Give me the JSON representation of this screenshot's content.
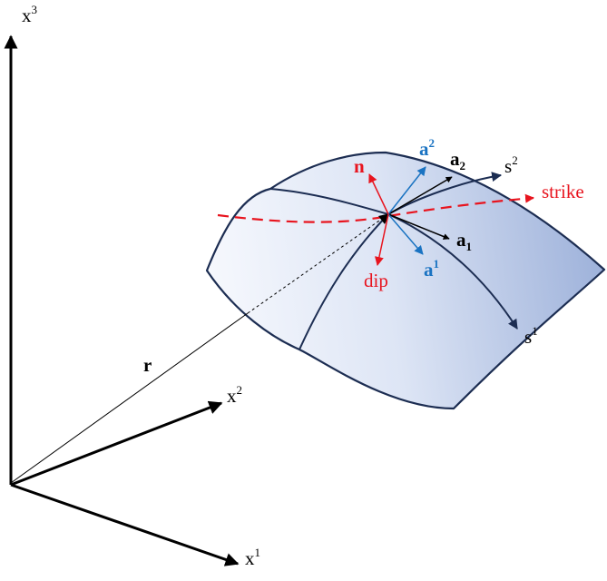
{
  "colors": {
    "axis": "#000000",
    "surface_edge": "#1c2d52",
    "surface_light": "#f6f8fd",
    "surface_dark": "#9db1da",
    "red": "#e8141e",
    "blue": "#1a73c2",
    "black": "#000000"
  },
  "axes": {
    "x1": {
      "base": "x",
      "sup": "1"
    },
    "x2": {
      "base": "x",
      "sup": "2"
    },
    "x3": {
      "base": "x",
      "sup": "3"
    }
  },
  "position_vector": {
    "label": "r"
  },
  "surface": {
    "s1": {
      "base": "s",
      "sup": "1"
    },
    "s2": {
      "base": "s",
      "sup": "2"
    }
  },
  "vectors": {
    "n": {
      "label": "n"
    },
    "dip": {
      "label": "dip"
    },
    "strike": {
      "label": "strike"
    },
    "a_sup_2": {
      "base": "a",
      "sup": "2"
    },
    "a_sup_1": {
      "base": "a",
      "sup": "1"
    },
    "a_sub_1": {
      "base": "a",
      "sub": "1"
    },
    "a_sub_2": {
      "base": "a",
      "sub": "2"
    }
  }
}
